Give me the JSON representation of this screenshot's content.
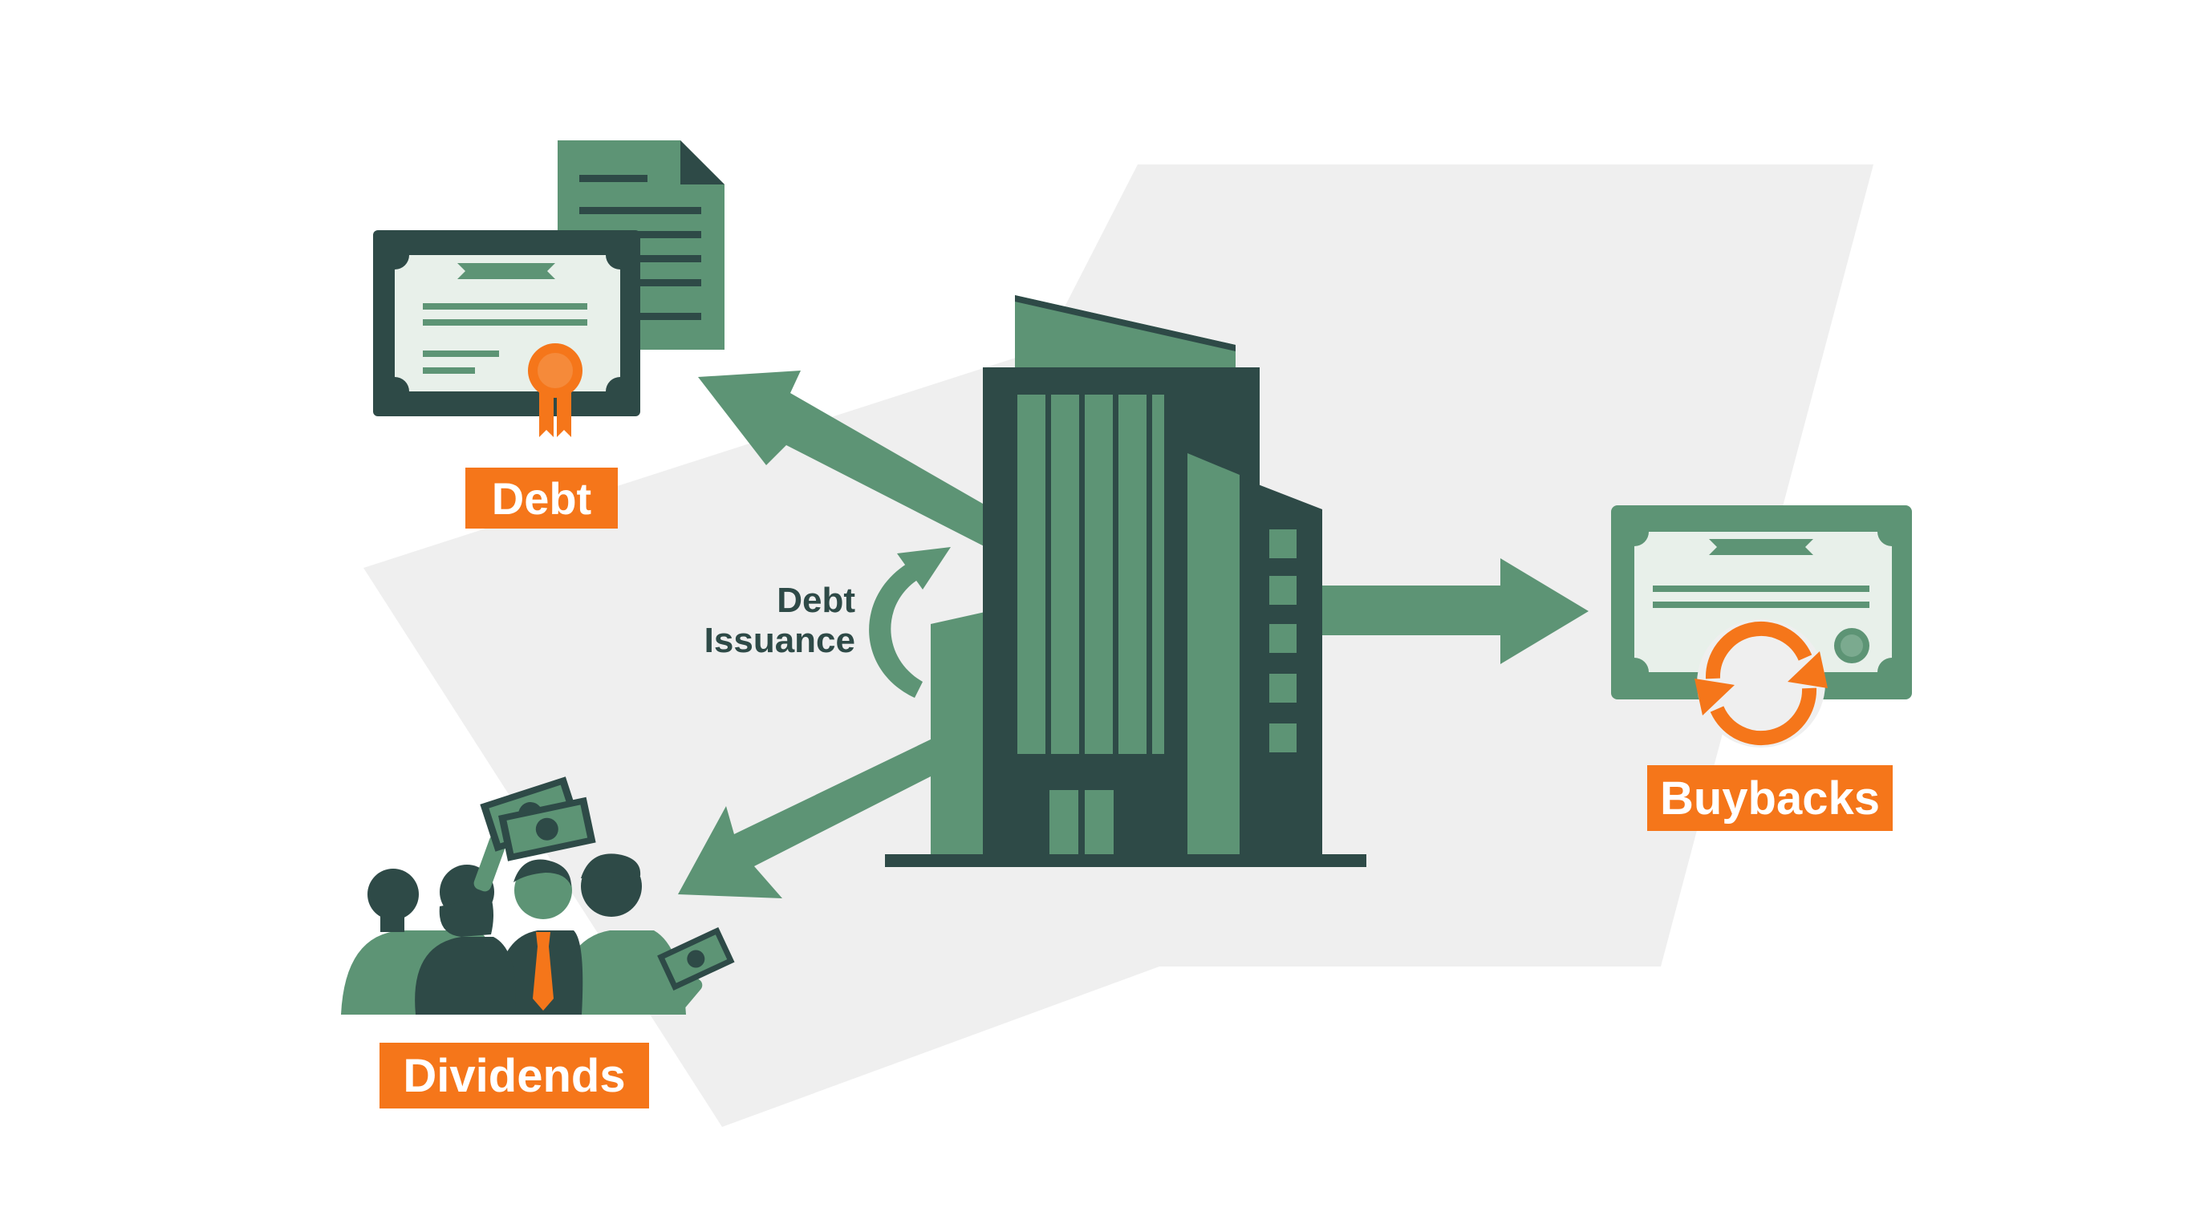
{
  "labels": {
    "debt": "Debt",
    "buybacks": "Buybacks",
    "dividends": "Dividends",
    "debt_issuance_line1": "Debt",
    "debt_issuance_line2": "Issuance"
  },
  "colors": {
    "green": "#5D9475",
    "dark_green": "#2E4A47",
    "light_bg": "#EFEFEF",
    "orange": "#F5761A",
    "paper": "#E8F0EA"
  },
  "icons": [
    "bond-certificate-icon",
    "document-icon",
    "ribbon-seal-icon",
    "office-building-icon",
    "share-certificate-icon",
    "refresh-cycle-icon",
    "shareholders-icon",
    "cash-banknote-icon"
  ]
}
